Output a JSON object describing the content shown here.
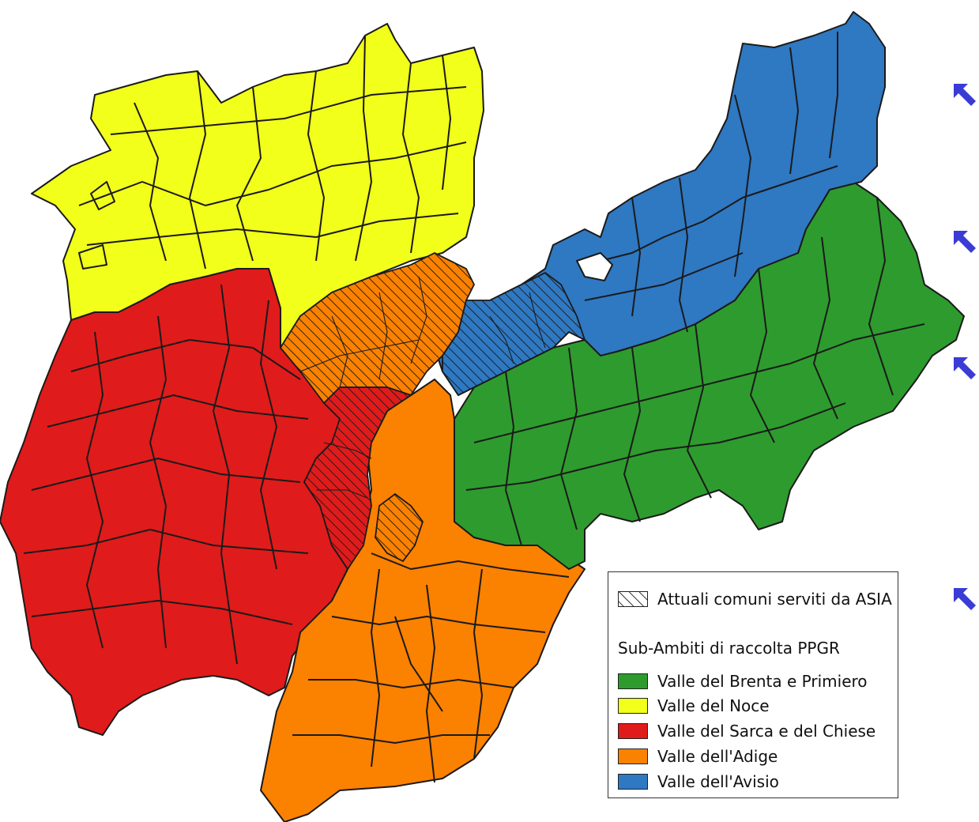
{
  "legend": {
    "hatch_label": "Attuali comuni serviti da ASIA",
    "heading": "Sub-Ambiti di raccolta PPGR",
    "items": [
      {
        "label": "Valle del Brenta e Primiero",
        "color": "#2e9b2e"
      },
      {
        "label": "Valle del Noce",
        "color": "#f2ff1a"
      },
      {
        "label": "Valle del Sarca e del Chiese",
        "color": "#e01b1b"
      },
      {
        "label": "Valle dell'Adige",
        "color": "#fb8100"
      },
      {
        "label": "Valle dell'Avisio",
        "color": "#2f78c2"
      }
    ]
  },
  "side_icons": [
    "arrow-up-left-icon",
    "arrow-up-left-icon",
    "arrow-up-left-icon",
    "arrow-up-left-icon"
  ],
  "arrow_color": "#3b3bd6"
}
